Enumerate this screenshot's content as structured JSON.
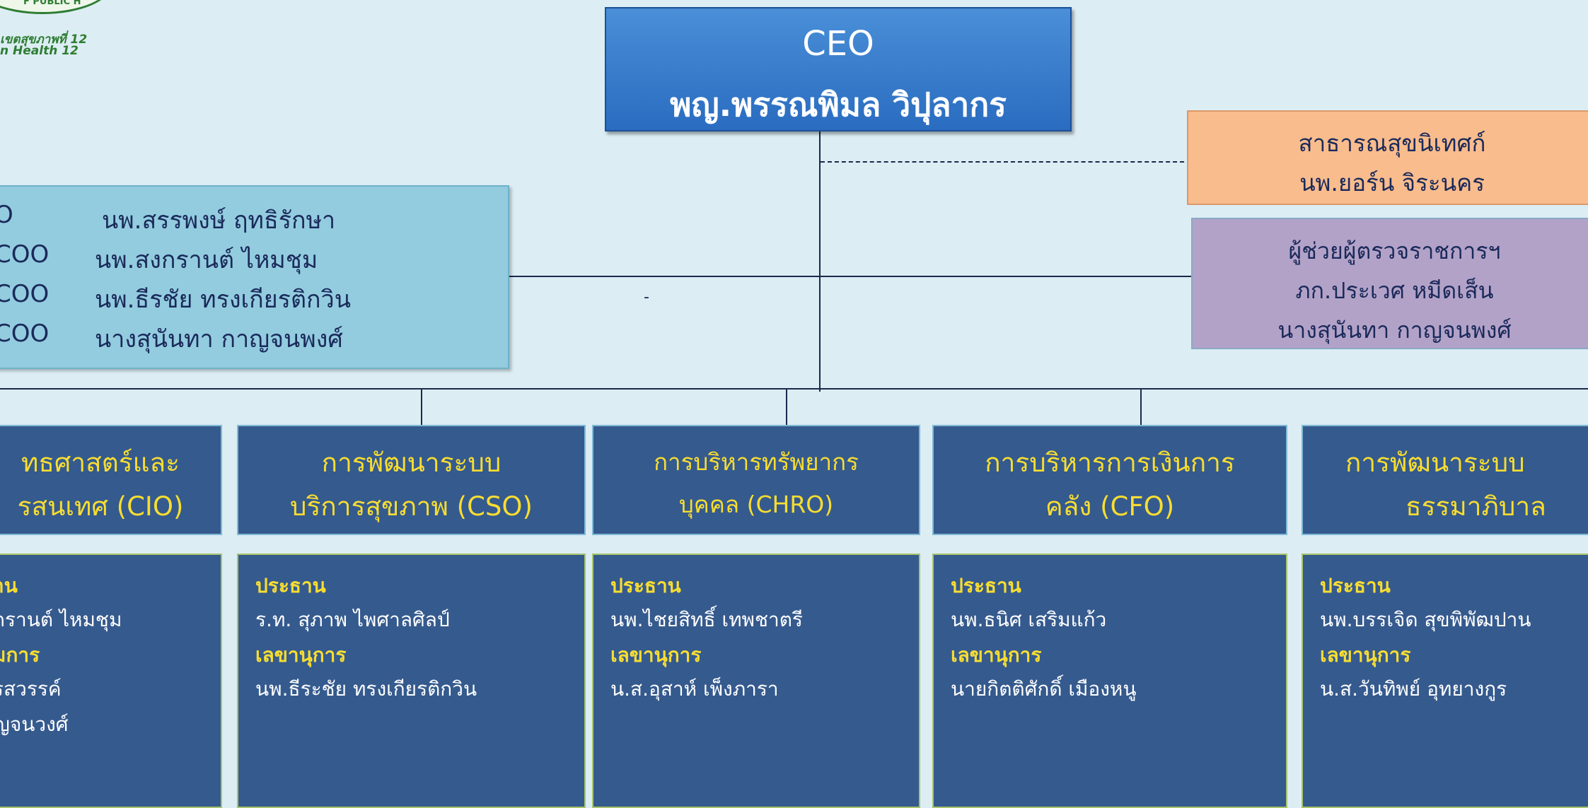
{
  "logo": {
    "circle_text": "F PUBLIC H",
    "line1": "เขตสุขภาพที่ 12",
    "line2": "n Health 12"
  },
  "ceo": {
    "title": "CEO",
    "name": "พญ.พรรณพิมล  วิปุลากร"
  },
  "coo_box": {
    "rows": [
      {
        "role": "O",
        "name": "นพ.สรรพงษ์ ฤทธิรักษา"
      },
      {
        "role": "COO",
        "name": "นพ.สงกรานต์  ไหมชุม"
      },
      {
        "role": "COO",
        "name": "นพ.ธีรชัย  ทรงเกียรติกวิน"
      },
      {
        "role": "COO",
        "name": "นางสุนันทา กาญจนพงศ์"
      }
    ]
  },
  "stray_mark": "-",
  "inspector": {
    "line1": "สาธารณสุขนิเทศก์",
    "line2": "นพ.ยอร์น  จิระนคร"
  },
  "assistant": {
    "line1": "ผู้ช่วยผู้ตรวจราชการฯ",
    "line2": "ภก.ประเวศ หมีดเส็น",
    "line3": "นางสุนันทา กาญจนพงศ์"
  },
  "functions": [
    {
      "line1": "ทธศาสตร์และ",
      "line2": "รสนเทศ (CIO)"
    },
    {
      "line1": "การพัฒนาระบบ",
      "line2": "บริการสุขภาพ (CSO)"
    },
    {
      "line1": "การบริหารทรัพยากร",
      "line2": "บุคคล (CHRO)"
    },
    {
      "line1": "การบริหารการเงินการ",
      "line2": "คลัง (CFO)"
    },
    {
      "line1": "การพัฒนาระบบ",
      "line2": "ธรรมาภิบาล"
    }
  ],
  "committees": [
    {
      "l1": "าน",
      "l2": "กรานต์  ไหมชุม",
      "l3": "มการ",
      "l4": "รสวรรค์",
      "l5": "ญจนวงศ์"
    },
    {
      "l1": "ประธาน",
      "l2": "ร.ท. สุภาพ ไพศาลศิลป์",
      "l3": "เลขานุการ",
      "l4": "นพ.ธีระชัย ทรงเกียรติกวิน"
    },
    {
      "l1": "ประธาน",
      "l2": "นพ.ไชยสิทธิ์  เทพชาตรี",
      "l3": "เลขานุการ",
      "l4": "น.ส.อุสาห์  เพ็งภารา"
    },
    {
      "l1": "ประธาน",
      "l2": "นพ.ธนิศ เสริมแก้ว",
      "l3": "เลขานุการ",
      "l4": "นายกิตติศักดิ์  เมืองหนู"
    },
    {
      "l1": "ประธาน",
      "l2": "นพ.บรรเจิด สุขพิพัฒปาน",
      "l3": "เลขานุการ",
      "l4": "น.ส.วันทิพย์  อุทยางกูร"
    }
  ]
}
